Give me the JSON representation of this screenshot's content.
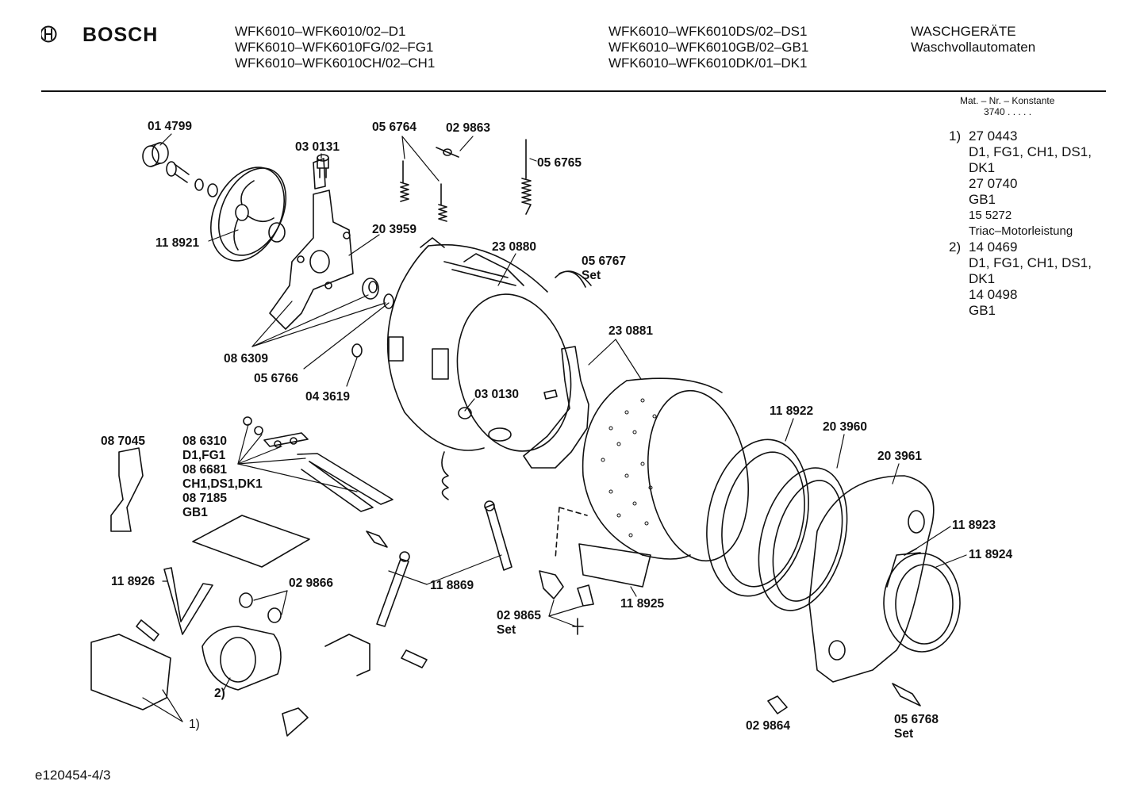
{
  "header": {
    "brand": "BOSCH",
    "models_col1": [
      "WFK6010–WFK6010/02–D1",
      "WFK6010–WFK6010FG/02–FG1",
      "WFK6010–WFK6010CH/02–CH1"
    ],
    "models_col2": [
      "WFK6010–WFK6010DS/02–DS1",
      "WFK6010–WFK6010GB/02–GB1",
      "WFK6010–WFK6010DK/01–DK1"
    ],
    "category": [
      "WASCHGERÄTE",
      "Waschvollautomaten"
    ]
  },
  "material_box": {
    "title": "Mat. – Nr. – Konstante",
    "value": "3740"
  },
  "notes": {
    "n1": "1)",
    "n2": "2)",
    "lines": [
      "27 0443",
      "D1, FG1, CH1, DS1,",
      "DK1",
      "27 0740",
      "GB1",
      "15 5272",
      "Triac–Motorleistung",
      "14 0469",
      "D1, FG1, CH1, DS1,",
      "DK1",
      "14 0498",
      "GB1"
    ]
  },
  "part_labels": {
    "p014799": "01 4799",
    "p030131": "03 0131",
    "p056764": "05 6764",
    "p029863": "02 9863",
    "p056765": "05 6765",
    "p118921": "11 8921",
    "p203959": "20 3959",
    "p230880": "23 0880",
    "p056767": [
      "05 6767",
      "Set"
    ],
    "p230881": "23 0881",
    "p086309": "08 6309",
    "p056766": "05 6766",
    "p043619": "04 3619",
    "p030130": "03 0130",
    "p087045": "08 7045",
    "p086310": [
      "08 6310",
      "D1,FG1",
      "08 6681",
      "CH1,DS1,DK1",
      "08 7185",
      "GB1"
    ],
    "p118922": "11 8922",
    "p203960": "20 3960",
    "p203961": "20 3961",
    "p118923": "11 8923",
    "p118924": "11 8924",
    "p118926": "11 8926",
    "p029866": "02 9866",
    "p118869": "11 8869",
    "p029865": [
      "02 9865",
      "Set"
    ],
    "p118925": "11 8925",
    "p029864": "02 9864",
    "p056768": [
      "05 6768",
      "Set"
    ],
    "note2": "2)",
    "note1": "1)"
  },
  "footer": "e120454-4/3"
}
